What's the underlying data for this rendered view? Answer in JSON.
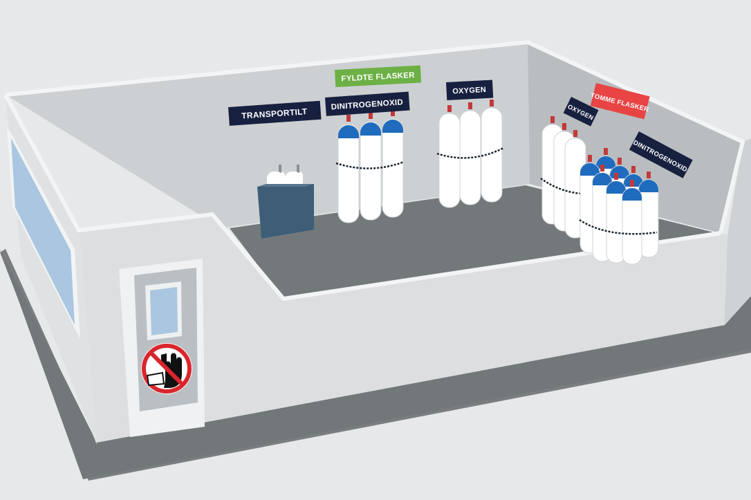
{
  "labels": {
    "transport": "TRANSPORTILT",
    "filled": "FYLDTE FLASKER",
    "dinitro_full": "DINITROGENOXID",
    "oxygen_full": "OXYGEN",
    "empty": "TOMME FLASKER",
    "oxygen_empty": "OXYGEN",
    "dinitro_empty": "DINITROGENOXID"
  },
  "colors": {
    "background": "#e6e8e9",
    "wall": "#dfe1e2",
    "floor": "#7a7e80",
    "sign_navy": "#17203f",
    "sign_green": "#6cb046",
    "sign_red": "#e84444",
    "cylinder_blue": "#1f6bbd",
    "cylinder_white": "#ffffff",
    "crate": "#3e5e78"
  },
  "icons": {
    "door_sign": "no-entry-hand-icon"
  }
}
